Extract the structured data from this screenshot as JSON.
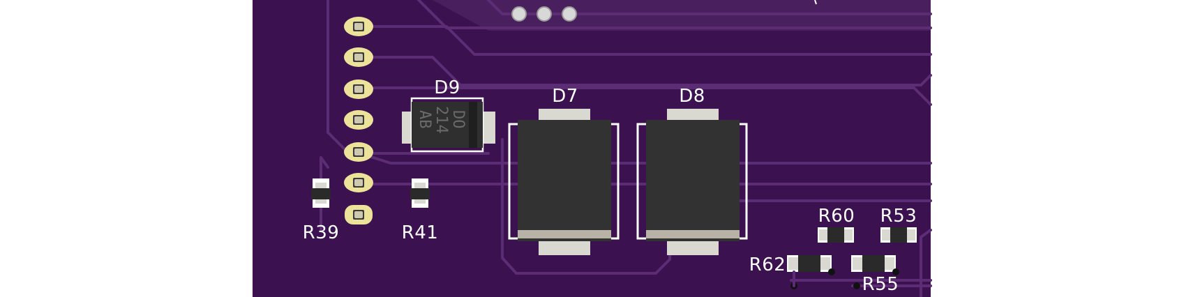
{
  "colors": {
    "background": "#ffffff",
    "board": "#3b1150",
    "board_edge_light": "#4f2a5c",
    "trace": "#5a2b73",
    "trace_light": "#7a4d8c",
    "silkscreen": "#ffffff",
    "pad_gold": "#ece29a",
    "pad_tin": "#d9d9d2",
    "component_body": "#323232",
    "cathode_band": "#b8b3a6"
  },
  "header_pads": {
    "count": 7
  },
  "components": {
    "d9": {
      "ref": "D9",
      "package_lines": [
        "DO",
        "214",
        "AB"
      ]
    },
    "d7": {
      "ref": "D7"
    },
    "d8": {
      "ref": "D8"
    },
    "r39": {
      "ref": "R39"
    },
    "r41": {
      "ref": "R41"
    },
    "r60": {
      "ref": "R60"
    },
    "r53": {
      "ref": "R53"
    },
    "r62": {
      "ref": "R62"
    },
    "r55": {
      "ref": "R55"
    }
  },
  "mounting_holes": {
    "count": 3
  }
}
